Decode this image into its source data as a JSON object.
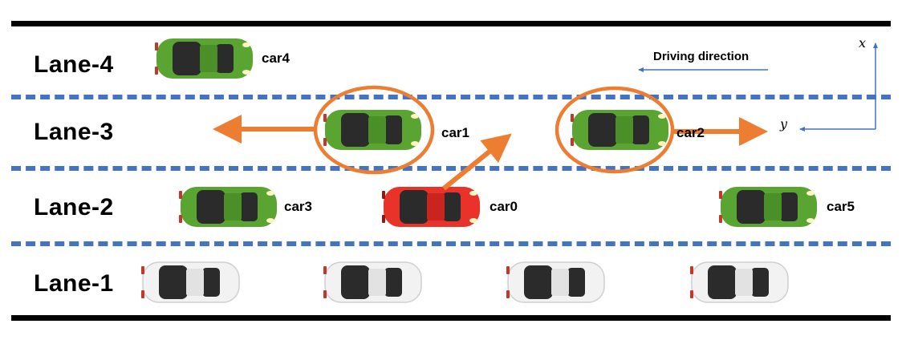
{
  "lanes": [
    "Lane-4",
    "Lane-3",
    "Lane-2",
    "Lane-1"
  ],
  "cars": {
    "car4": "car4",
    "car1": "car1",
    "car2": "car2",
    "car3": "car3",
    "car0": "car0",
    "car5": "car5"
  },
  "driving_direction": "Driving direction",
  "axes": {
    "x": "x",
    "y": "y"
  },
  "colors": {
    "lane_divider": "#4472c4",
    "arrow": "#ed7d31",
    "green_car": "#5aa532",
    "red_car": "#e8322a",
    "white_car": "#f2f2f2",
    "axis": "#4472c4"
  }
}
